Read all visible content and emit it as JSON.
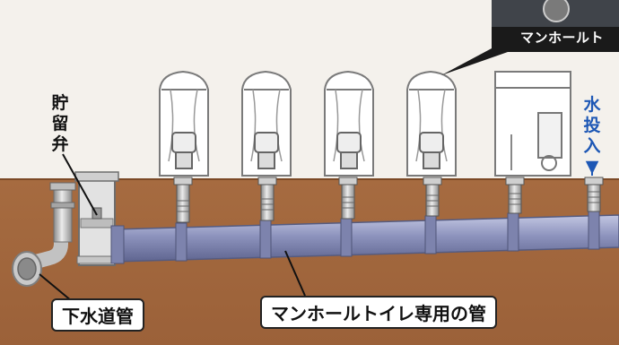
{
  "labels": {
    "valve": "貯留弁",
    "water_input": "水投入▼",
    "sewer_pipe": "下水道管",
    "dedicated_pipe": "マンホールトイレ専用の管",
    "callout": "マンホールト"
  },
  "colors": {
    "ground": "#a5683d",
    "ground_dark": "#8a5230",
    "pipe": "#8d93bd",
    "pipe_dark": "#5f6590",
    "concrete": "#d9d9d9",
    "tent_outline": "#7a7a7a",
    "water_text": "#1d57b5",
    "callout_bg": "#1a1a1a"
  },
  "icons": {
    "toilet_tents": [
      "tent-icon",
      "tent-icon",
      "tent-icon",
      "tent-icon"
    ],
    "accessible_booth": "accessible-booth-icon",
    "manhole": "manhole-icon",
    "pipe_fitting": "pipe-fitting-icon"
  }
}
